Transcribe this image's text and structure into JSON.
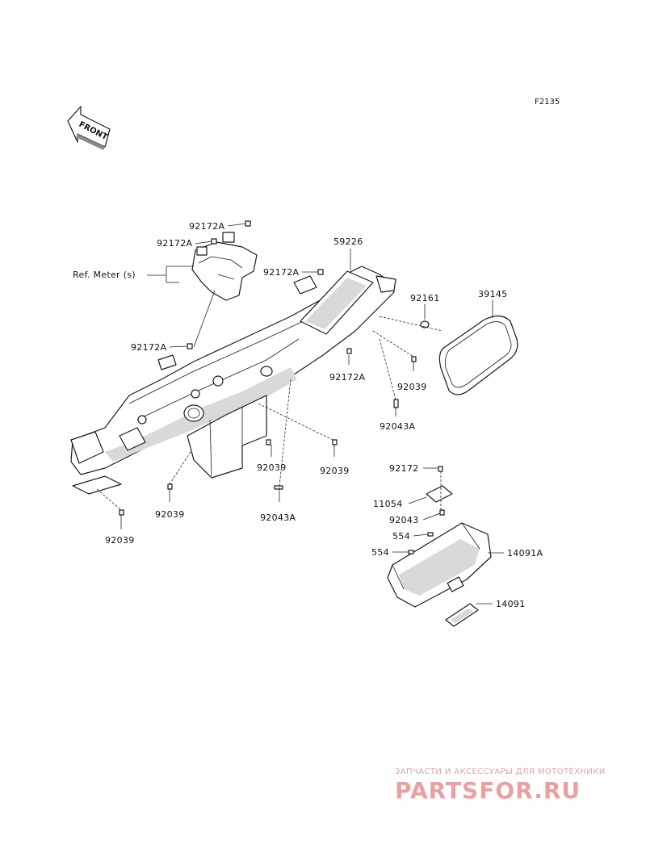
{
  "figure_code": "F2135",
  "front_arrow_text": "FRONT",
  "labels": {
    "l92172A_top": "92172A",
    "l92172A_2": "92172A",
    "ref_meter": "Ref. Meter (s)",
    "l92172A_mid": "92172A",
    "l92172A_left": "92172A",
    "l59226": "59226",
    "l92161": "92161",
    "l39145": "39145",
    "l92172A_low": "92172A",
    "l92039_right": "92039",
    "l92043A_right": "92043A",
    "l92039_c1": "92039",
    "l92039_c2": "92039",
    "l92043A_c": "92043A",
    "l92039_bl": "92039",
    "l92039_l": "92039",
    "l92172": "92172",
    "l11054": "11054",
    "l92043": "92043",
    "l554_a": "554",
    "l554_b": "554",
    "l14091A": "14091A",
    "l14091": "14091"
  },
  "watermark": {
    "tagline": "ЗАПЧАСТИ И АКСЕССУАРЫ ДЛЯ МОТОТЕХНИКИ",
    "logo": "PARTSFOR.RU"
  }
}
